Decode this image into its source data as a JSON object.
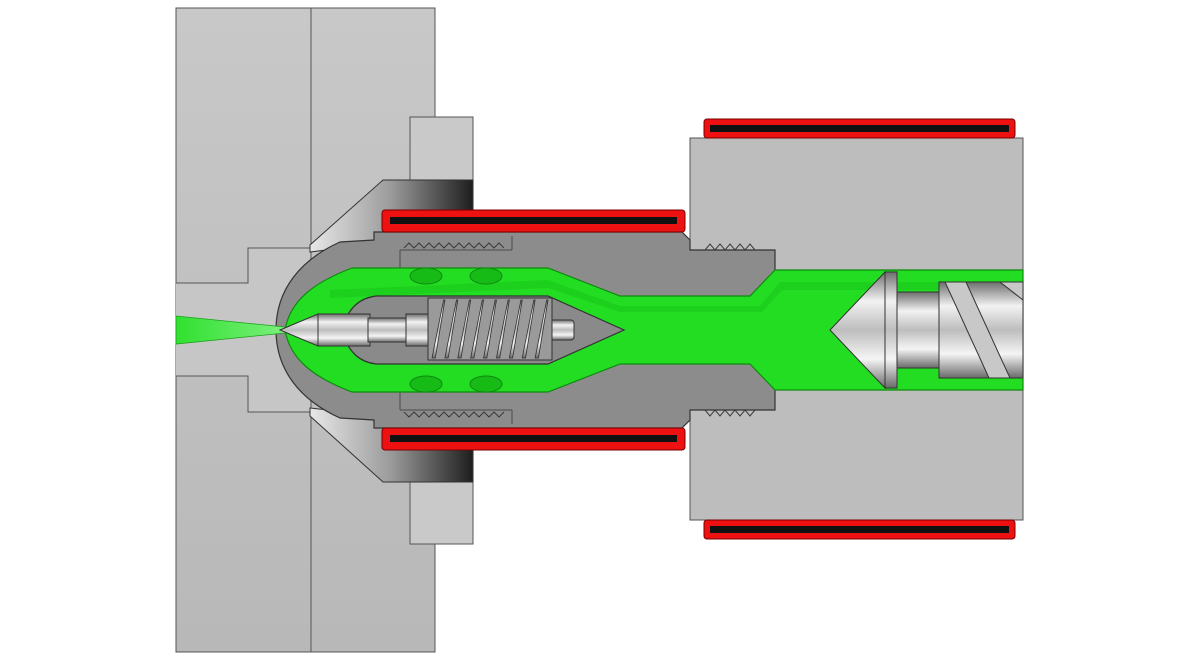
{
  "diagram": {
    "kind": "injection-molding-shutoff-nozzle-cross-section",
    "labels": [],
    "colors": {
      "background": "#ffffff",
      "plate_light": "#c4c4c4",
      "plate_mid": "#b6b6b6",
      "nozzle_body": "#8c8c8c",
      "melt": "#22dd22",
      "melt_dark": "#12aa12",
      "heater_band": "#ee1111",
      "heater_slot": "#111111",
      "steel": "#d8d8d8",
      "outline": "#333333"
    },
    "components": [
      "mold-plate-left",
      "mold-plate-right",
      "locating-ring",
      "nozzle-tip",
      "nozzle-body",
      "shutoff-needle",
      "needle-spring",
      "melt-channel",
      "heater-band-nozzle-top",
      "heater-band-nozzle-bottom",
      "barrel-end",
      "heater-band-barrel-top",
      "heater-band-barrel-bottom",
      "screw-tip",
      "screw-flight",
      "injected-melt-jet"
    ]
  }
}
